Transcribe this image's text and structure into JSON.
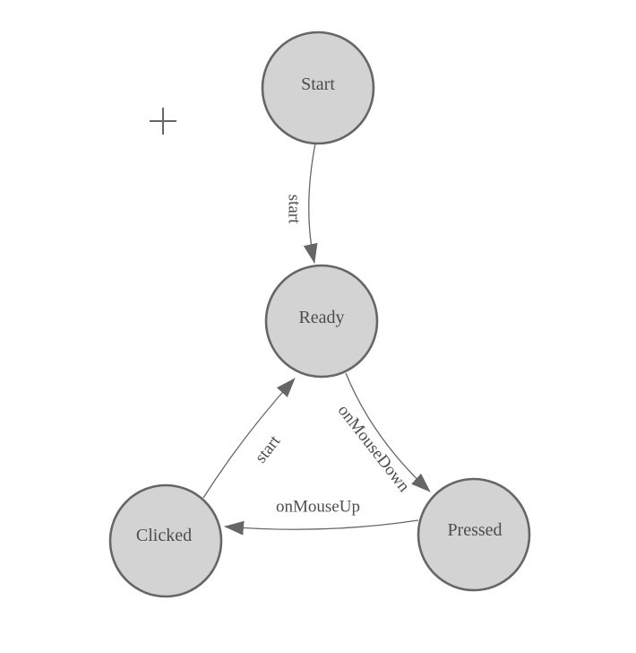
{
  "diagram": {
    "colors": {
      "background": "#ffffff",
      "node_fill": "#d3d3d3",
      "node_stroke": "#666666",
      "edge": "#666666",
      "text": "#4d4d4d"
    },
    "nodes": [
      {
        "id": "start",
        "label": "Start"
      },
      {
        "id": "ready",
        "label": "Ready"
      },
      {
        "id": "clicked",
        "label": "Clicked"
      },
      {
        "id": "pressed",
        "label": "Pressed"
      }
    ],
    "edges": [
      {
        "from": "start",
        "to": "ready",
        "label": "start"
      },
      {
        "from": "ready",
        "to": "pressed",
        "label": "onMouseDown"
      },
      {
        "from": "pressed",
        "to": "clicked",
        "label": "onMouseUp"
      },
      {
        "from": "clicked",
        "to": "ready",
        "label": "start"
      }
    ],
    "icons": {
      "crosshair": "plus-crosshair"
    }
  }
}
